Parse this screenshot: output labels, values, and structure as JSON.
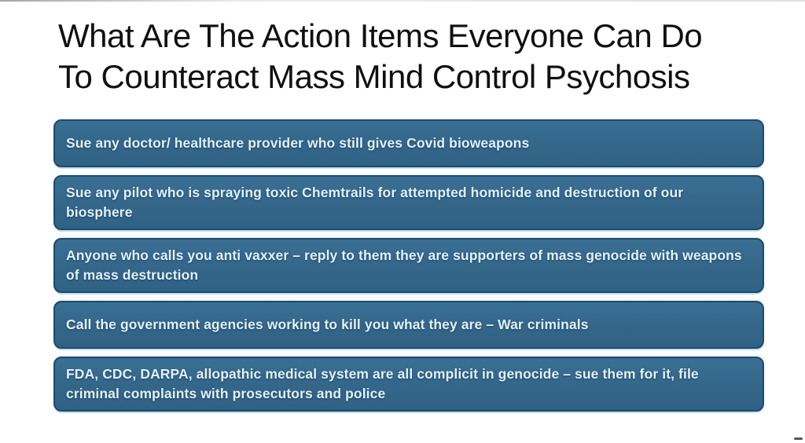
{
  "slide": {
    "title": {
      "lines": [
        "What Are The Action Items Everyone Can Do",
        "To Counteract Mass Mind Control Psychosis"
      ]
    },
    "boxes": [
      {
        "text": "Sue any doctor/ healthcare provider who still gives Covid bioweapons"
      },
      {
        "text": "Sue any pilot who is spraying toxic Chemtrails for attempted homicide and destruction of our biosphere"
      },
      {
        "text": "Anyone who calls you anti vaxxer – reply to them they are supporters of mass genocide with weapons of mass destruction"
      },
      {
        "text": "Call the government agencies working to kill you what they are – War criminals"
      },
      {
        "text": "FDA, CDC, DARPA, allopathic medical system are all complicit in genocide – sue them for it, file criminal complaints with prosecutors and police"
      }
    ],
    "colors": {
      "background": "#ffffff",
      "title_text": "#101010",
      "box_fill": "#33668a",
      "box_border": "#1c4b70",
      "box_highlight": "#c6dfee",
      "box_text": "#e2f1f9"
    }
  }
}
